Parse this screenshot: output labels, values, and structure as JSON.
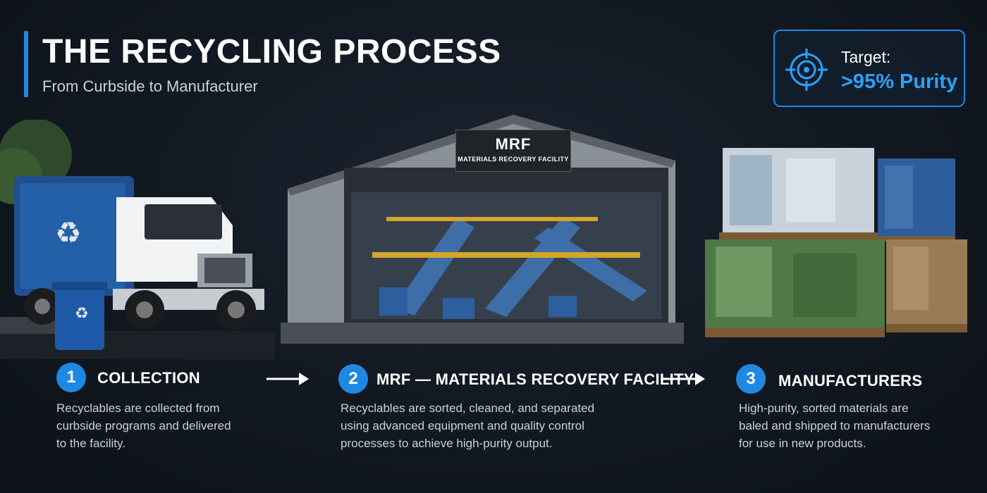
{
  "header": {
    "title": "THE RECYCLING PROCESS",
    "subtitle": "From Curbside to Manufacturer"
  },
  "target": {
    "label": "Target:",
    "value": ">95% Purity",
    "icon": "crosshair-target-icon"
  },
  "mrf_sign": {
    "big": "MRF",
    "small": "MATERIALS RECOVERY FACILITY"
  },
  "steps": [
    {
      "number": "1",
      "title": "COLLECTION",
      "description_lines": [
        "Recyclables are collected from",
        "curbside programs and delivered",
        "to the facility."
      ]
    },
    {
      "number": "2",
      "title": "MRF — MATERIALS RECOVERY FACILITY",
      "description_lines": [
        "Recyclables are sorted, cleaned, and separated",
        "using advanced equipment and quality control",
        "processes to achieve high-purity output."
      ]
    },
    {
      "number": "3",
      "title": "MANUFACTURERS",
      "description_lines": [
        "High-purity, sorted materials are",
        "baled and shipped to manufacturers",
        "for use in new products."
      ]
    }
  ],
  "colors": {
    "accent": "#1e88e5",
    "accent_text": "#29a3ff",
    "background": "#121821"
  }
}
